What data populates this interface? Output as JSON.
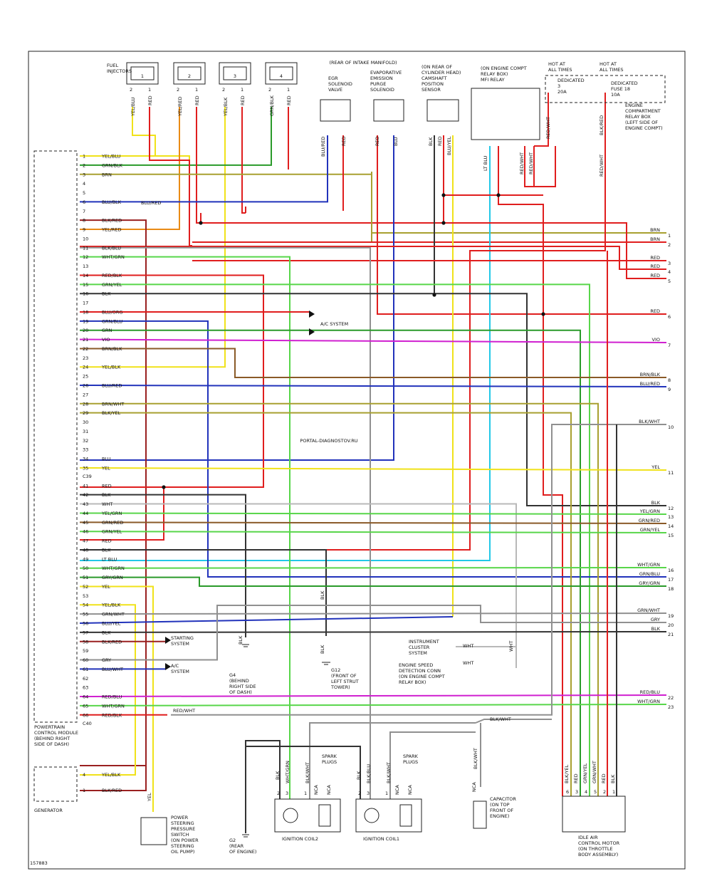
{
  "diagram_id": "157883",
  "watermark": "PORTAL-DIAGNOSTOV.RU",
  "colors": {
    "RED": "#e01e1e",
    "BLK": "#333333",
    "GRN": "#2a9a2a",
    "YEL": "#f0e21a",
    "BLU": "#2233bb",
    "LTBLU": "#22c8e8",
    "VIO": "#d020d0",
    "BRN": "#8a5a28",
    "WHT": "#b8b8b8",
    "GRY": "#909090",
    "ORG": "#e98b16",
    "LIME": "#58d64a",
    "OLIVE": "#a8a030",
    "DKRED": "#9a2020"
  },
  "pcm": {
    "label_lines": [
      "POWERTRAIN",
      "CONTROL MODULE",
      "(BEHIND RIGHT",
      "SIDE OF DASH)"
    ],
    "connector_c39": "C39",
    "connector_c40": "C40",
    "pins": [
      {
        "n": "1",
        "w": "YEL/BLU"
      },
      {
        "n": "2",
        "w": "GRN/BLK"
      },
      {
        "n": "3",
        "w": "BRN"
      },
      {
        "n": "4",
        "w": ""
      },
      {
        "n": "5",
        "w": ""
      },
      {
        "n": "6",
        "w": "BLU/BLK"
      },
      {
        "n": "7",
        "w": ""
      },
      {
        "n": "8",
        "w": "BLK/RED"
      },
      {
        "n": "9",
        "w": "YEL/RED"
      },
      {
        "n": "10",
        "w": ""
      },
      {
        "n": "11",
        "w": "BLK/BLU"
      },
      {
        "n": "12",
        "w": "WHT/GRN"
      },
      {
        "n": "13",
        "w": ""
      },
      {
        "n": "14",
        "w": "RED/BLK"
      },
      {
        "n": "15",
        "w": "GRN/YEL"
      },
      {
        "n": "16",
        "w": "BLK"
      },
      {
        "n": "17",
        "w": ""
      },
      {
        "n": "18",
        "w": "BLU/ORG"
      },
      {
        "n": "19",
        "w": "GRN/BLU"
      },
      {
        "n": "20",
        "w": "GRN"
      },
      {
        "n": "21",
        "w": "VIO"
      },
      {
        "n": "22",
        "w": "BRN/BLK"
      },
      {
        "n": "23",
        "w": ""
      },
      {
        "n": "24",
        "w": "YEL/BLK"
      },
      {
        "n": "25",
        "w": ""
      },
      {
        "n": "26",
        "w": "BLU/RED"
      },
      {
        "n": "27",
        "w": ""
      },
      {
        "n": "28",
        "w": "BRN/WHT"
      },
      {
        "n": "29",
        "w": "BLK/YEL"
      },
      {
        "n": "30",
        "w": ""
      },
      {
        "n": "31",
        "w": ""
      },
      {
        "n": "32",
        "w": ""
      },
      {
        "n": "33",
        "w": ""
      },
      {
        "n": "34",
        "w": "BLU"
      },
      {
        "n": "35",
        "w": "YEL"
      },
      {
        "n": "41",
        "w": "RED"
      },
      {
        "n": "42",
        "w": "BLK"
      },
      {
        "n": "43",
        "w": "WHT"
      },
      {
        "n": "44",
        "w": "YEL/GRN"
      },
      {
        "n": "45",
        "w": "GRN/RED"
      },
      {
        "n": "46",
        "w": "GRN/YEL"
      },
      {
        "n": "47",
        "w": "RED"
      },
      {
        "n": "48",
        "w": "BLK"
      },
      {
        "n": "49",
        "w": "LT BLU"
      },
      {
        "n": "50",
        "w": "WHT/GRN"
      },
      {
        "n": "51",
        "w": "GRY/GRN"
      },
      {
        "n": "52",
        "w": "YEL"
      },
      {
        "n": "53",
        "w": ""
      },
      {
        "n": "54",
        "w": "YEL/BLK"
      },
      {
        "n": "55",
        "w": "GRN/WHT"
      },
      {
        "n": "56",
        "w": "BLU/YEL"
      },
      {
        "n": "57",
        "w": "BLK"
      },
      {
        "n": "58",
        "w": "BLK/RED"
      },
      {
        "n": "59",
        "w": ""
      },
      {
        "n": "60",
        "w": "GRY"
      },
      {
        "n": "61",
        "w": "BLU/WHT"
      },
      {
        "n": "62",
        "w": ""
      },
      {
        "n": "63",
        "w": ""
      },
      {
        "n": "64",
        "w": "RED/BLU"
      },
      {
        "n": "65",
        "w": "WHT/GRN"
      },
      {
        "n": "66",
        "w": "RED/BLK"
      }
    ]
  },
  "right_terminals": [
    {
      "n": "1",
      "w": "BRN"
    },
    {
      "n": "2",
      "w": "BRN"
    },
    {
      "n": "3",
      "w": "RED"
    },
    {
      "n": "4",
      "w": "RED"
    },
    {
      "n": "5",
      "w": "RED"
    },
    {
      "n": "6",
      "w": "RED"
    },
    {
      "n": "7",
      "w": "VIO"
    },
    {
      "n": "8",
      "w": "BRN/BLK"
    },
    {
      "n": "9",
      "w": "BLU/RED"
    },
    {
      "n": "10",
      "w": "BLK/WHT"
    },
    {
      "n": "11",
      "w": "YEL"
    },
    {
      "n": "12",
      "w": "BLK"
    },
    {
      "n": "13",
      "w": "YEL/GRN"
    },
    {
      "n": "14",
      "w": "GRN/RED"
    },
    {
      "n": "15",
      "w": "GRN/YEL"
    },
    {
      "n": "16",
      "w": "WHT/GRN"
    },
    {
      "n": "17",
      "w": "GRN/BLU"
    },
    {
      "n": "18",
      "w": "GRY/GRN"
    },
    {
      "n": "19",
      "w": "GRN/WHT"
    },
    {
      "n": "20",
      "w": "GRY"
    },
    {
      "n": "21",
      "w": "BLK"
    },
    {
      "n": "22",
      "w": "RED/BLU"
    },
    {
      "n": "23",
      "w": "WHT/GRN"
    }
  ],
  "injectors": {
    "label_lines": [
      "FUEL",
      "INJECTORS"
    ],
    "items": [
      {
        "num": "1",
        "pin2": "YEL/BLU",
        "pin1": "RED"
      },
      {
        "num": "2",
        "pin2": "YEL/RED",
        "pin1": "RED"
      },
      {
        "num": "3",
        "pin2": "YEL/BLK",
        "pin1": "RED"
      },
      {
        "num": "4",
        "pin2": "GRN/BLK",
        "pin1": "RED"
      }
    ]
  },
  "intake_header": "(REAR OF INTAKE MANIFOLD)",
  "egr": {
    "label_lines": [
      "EGR",
      "SOLENOID",
      "VALVE"
    ],
    "wires": [
      "BLU/RED",
      "RED"
    ]
  },
  "evap": {
    "label_lines": [
      "EVAPORATIVE",
      "EMISSION",
      "PURGE",
      "SOLENOID"
    ],
    "wires": [
      "RED",
      "BLU"
    ]
  },
  "cam": {
    "label_lines": [
      "(ON REAR OF",
      "CYLINDER HEAD)",
      "CAMSHAFT",
      "POSITION",
      "SENSOR"
    ],
    "wires": [
      "BLK",
      "RED",
      "BLU/YEL"
    ]
  },
  "mfi": {
    "label_lines": [
      "(ON ENGINE COMPT",
      "RELAY BOX)",
      "MFI RELAY"
    ],
    "wires": [
      "LT BLU",
      "RED",
      "RED/WHT",
      "RED/WHT"
    ],
    "side_wire": "RED/WHT"
  },
  "fuses": {
    "hot1": [
      "HOT AT",
      "ALL TIMES"
    ],
    "hot2": [
      "HOT AT",
      "ALL TIMES"
    ],
    "fuse1": [
      "DEDICATED",
      "3",
      "20A"
    ],
    "fuse2": [
      "DEDICATED",
      "FUSE 18",
      "10A"
    ],
    "box_lines": [
      "ENGINE",
      "COMPARTMENT",
      "RELAY BOX",
      "(LEFT SIDE OF",
      "ENGINE COMPT)"
    ],
    "wires": [
      "BLK/RED",
      "RED/WHT"
    ]
  },
  "ac_system": "A/C SYSTEM",
  "starting": [
    "STARTING",
    "SYSTEM"
  ],
  "ac2": [
    "A/C",
    "SYSTEM"
  ],
  "g4": [
    "G4",
    "(BEHIND",
    "RIGHT SIDE",
    "OF DASH)"
  ],
  "g12": [
    "G12",
    "(FRONT OF",
    "LEFT STRUT",
    "TOWER)"
  ],
  "g2": [
    "G2",
    "(REAR",
    "OF ENGINE)"
  ],
  "cluster": [
    "INSTRUMENT",
    "CLUSTER",
    "SYSTEM"
  ],
  "speed_conn": [
    "ENGINE SPEED",
    "DETECTION CONN",
    "(ON ENGINE COMPT",
    "RELAY BOX)"
  ],
  "generator": {
    "label": "GENERATOR",
    "pins": [
      {
        "n": "4",
        "w": "YEL/BLK"
      },
      {
        "n": "1",
        "w": "BLK/RED"
      }
    ]
  },
  "ps_switch": [
    "POWER",
    "STEERING",
    "PRESSURE",
    "SWITCH",
    "(ON POWER",
    "STEERING",
    "OIL PUMP)"
  ],
  "coil2": {
    "label": "IGNITION COIL2",
    "pins": [
      "2",
      "3",
      "1"
    ],
    "nca": [
      "NCA",
      "NCA"
    ],
    "wires": [
      "BLK",
      "WHT/GRN",
      "BLK/WHT"
    ]
  },
  "coil1": {
    "label": "IGNITION COIL1",
    "pins": [
      "2",
      "3",
      "1"
    ],
    "nca": [
      "NCA",
      "NCA"
    ],
    "wires": [
      "BLK",
      "BLK/BLU",
      "BLK/WHT"
    ]
  },
  "spark": [
    "SPARK",
    "PLUGS"
  ],
  "capacitor": {
    "lines": [
      "CAPACITOR",
      "(ON TOP",
      "FRONT OF",
      "ENGINE)"
    ],
    "wire": "BLK/WHT",
    "nca": "NCA"
  },
  "iac": {
    "lines": [
      "IDLE AIR",
      "CONTROL MOTOR",
      "(ON THROTTLE",
      "BODY ASSEMBLY)"
    ],
    "pins": [
      "6",
      "3",
      "4",
      "5",
      "2",
      "1"
    ],
    "wires": [
      "BLK/YEL",
      "RED",
      "GRN/YEL",
      "GRN/WHT",
      "RED",
      "BLK"
    ]
  },
  "misc": {
    "blu_red_splice": "BLU/RED",
    "red_wht_splice": "RED/WHT",
    "yel_vertical": "YEL",
    "blk_vertical": "BLK",
    "blk_wht_label": "BLK/WHT",
    "wht_label": "WHT",
    "red": "RED",
    "blk": "BLK"
  }
}
